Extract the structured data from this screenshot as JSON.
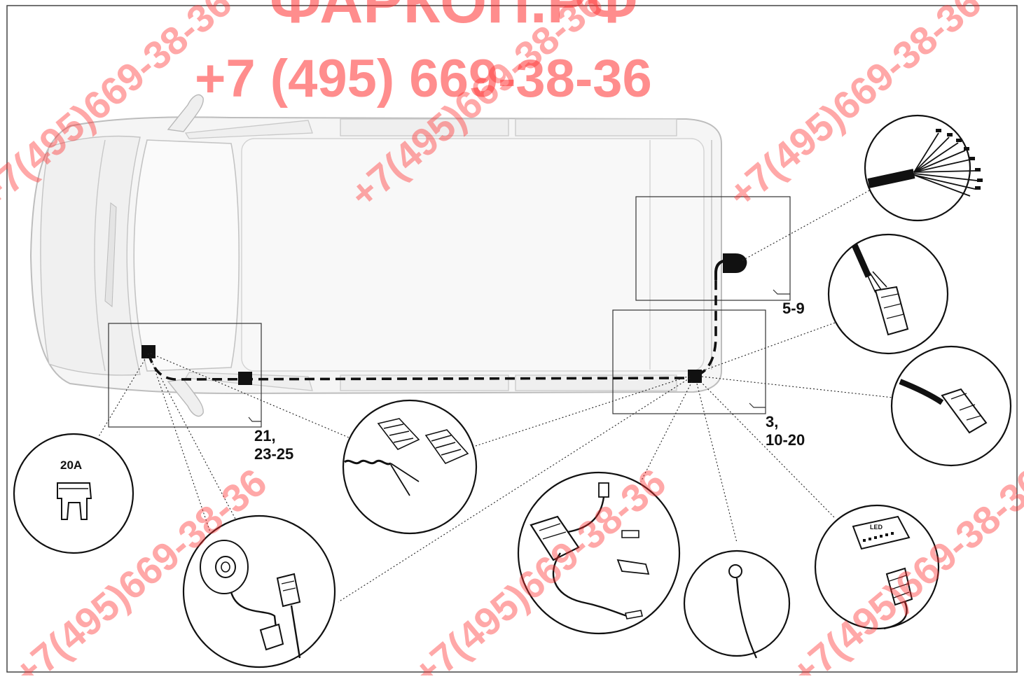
{
  "diagram": {
    "reference_labels": {
      "rear_socket": "5-9",
      "rear_module_line1": "3,",
      "rear_module_line2": "10-20",
      "front_line1": "21,",
      "front_line2": "23-25"
    },
    "fuse_rating": "20A",
    "unit_label": "LED"
  },
  "watermark": {
    "brand": "ФАРКОП.РФ",
    "phone": "+7 (495) 669-38-36",
    "repeat_text": "+7(495)669-38-36",
    "color": "#ff3030"
  },
  "colors": {
    "line": "#111111",
    "vehicle_fill": "#f5f5f5",
    "vehicle_stroke": "#bdbdbd"
  }
}
